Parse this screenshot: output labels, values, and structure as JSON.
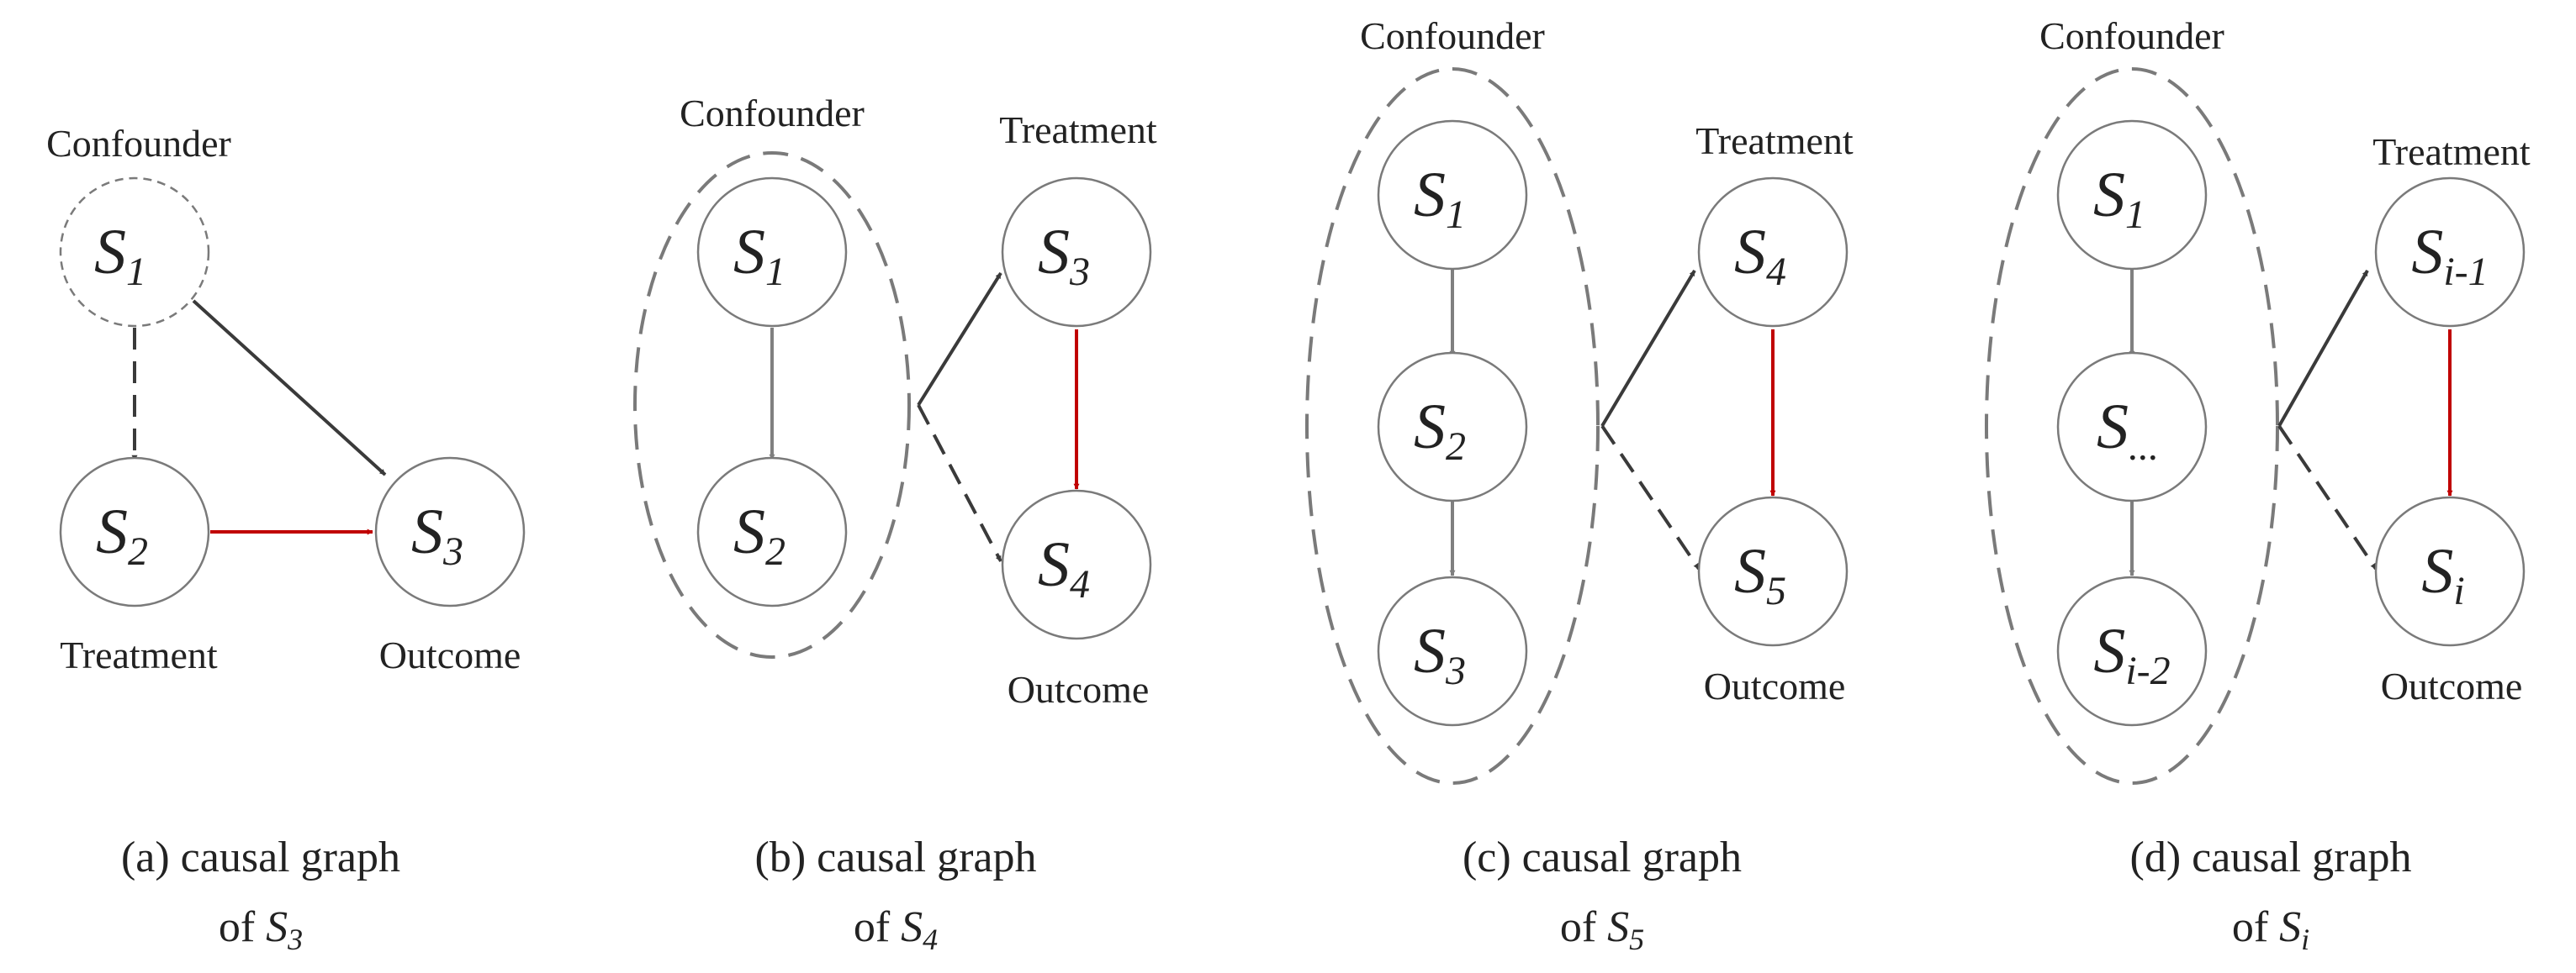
{
  "panels": [
    {
      "id": "a",
      "caption_line1": "(a) causal graph",
      "caption_of": "of ",
      "caption_S": "S",
      "caption_sub": "3",
      "labels": {
        "confounder": "Confounder",
        "treatment": "Treatment",
        "outcome": "Outcome"
      },
      "nodes": [
        {
          "key": "s1",
          "letter": "S",
          "sub": "1",
          "style": "dashed"
        },
        {
          "key": "s2",
          "letter": "S",
          "sub": "2",
          "style": "solid"
        },
        {
          "key": "s3",
          "letter": "S",
          "sub": "3",
          "style": "solid"
        }
      ]
    },
    {
      "id": "b",
      "caption_line1": "(b) causal graph",
      "caption_of": "of ",
      "caption_S": "S",
      "caption_sub": "4",
      "labels": {
        "confounder": "Confounder",
        "treatment": "Treatment",
        "outcome": "Outcome"
      },
      "nodes": [
        {
          "key": "s1",
          "letter": "S",
          "sub": "1"
        },
        {
          "key": "s2",
          "letter": "S",
          "sub": "2"
        },
        {
          "key": "s3",
          "letter": "S",
          "sub": "3"
        },
        {
          "key": "s4",
          "letter": "S",
          "sub": "4"
        }
      ]
    },
    {
      "id": "c",
      "caption_line1": "(c) causal graph",
      "caption_of": "of ",
      "caption_S": "S",
      "caption_sub": "5",
      "labels": {
        "confounder": "Confounder",
        "treatment": "Treatment",
        "outcome": "Outcome"
      },
      "nodes": [
        {
          "key": "s1",
          "letter": "S",
          "sub": "1"
        },
        {
          "key": "s2",
          "letter": "S",
          "sub": "2"
        },
        {
          "key": "s3",
          "letter": "S",
          "sub": "3"
        },
        {
          "key": "s4",
          "letter": "S",
          "sub": "4"
        },
        {
          "key": "s5",
          "letter": "S",
          "sub": "5"
        }
      ]
    },
    {
      "id": "d",
      "caption_line1": "(d) causal graph",
      "caption_of": "of ",
      "caption_S": "S",
      "caption_sub": "i",
      "labels": {
        "confounder": "Confounder",
        "treatment": "Treatment",
        "outcome": "Outcome"
      },
      "nodes": [
        {
          "key": "s1",
          "letter": "S",
          "sub": "1"
        },
        {
          "key": "sdots",
          "letter": "S",
          "sub": "..."
        },
        {
          "key": "si2",
          "letter": "S",
          "sub": "i-2"
        },
        {
          "key": "si1",
          "letter": "S",
          "sub": "i-1"
        },
        {
          "key": "si",
          "letter": "S",
          "sub": "i"
        }
      ]
    }
  ],
  "colors": {
    "node_stroke": "#7a7a7a",
    "confounder_edge": "#808080",
    "dark_edge": "#3a3a3a",
    "treatment_outcome_edge": "#c00000",
    "ellipse_stroke": "#7a7a7a",
    "text": "#222222"
  }
}
